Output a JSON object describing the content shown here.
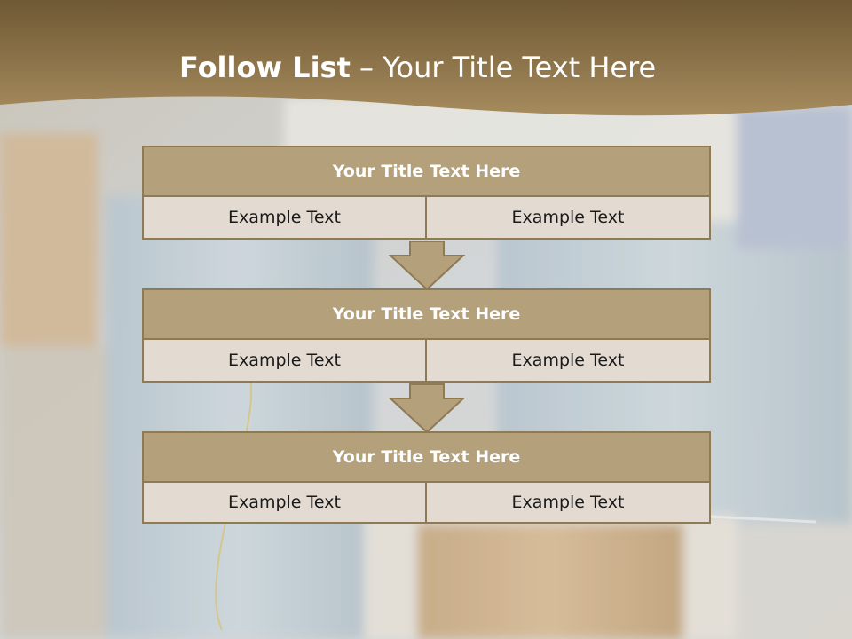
{
  "slide": {
    "title_bold": "Follow List",
    "title_rest": "– Your Title Text Here"
  },
  "blocks": [
    {
      "title": "Your Title Text Here",
      "left": "Example Text",
      "right": "Example Text"
    },
    {
      "title": "Your Title Text Here",
      "left": "Example Text",
      "right": "Example Text"
    },
    {
      "title": "Your Title Text Here",
      "left": "Example Text",
      "right": "Example Text"
    }
  ],
  "colors": {
    "header_band": "#8c7348",
    "block_title": "#b4a07a",
    "block_border": "#8e7a55",
    "cell_fill": "#e3dbd1",
    "arrow_fill": "#b4a07a"
  },
  "icons": {
    "connector": "down-arrow-icon"
  }
}
